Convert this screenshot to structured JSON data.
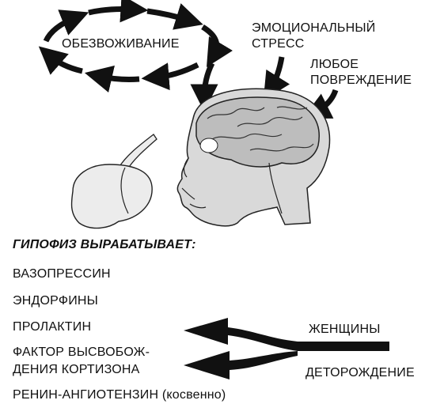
{
  "cycle_label": "ОБЕЗВОЖИВАНИЕ",
  "stress_label": [
    "ЭМОЦИОНАЛЬНЫЙ",
    "СТРЕСС"
  ],
  "injury_label": [
    "ЛЮБОЕ",
    "ПОВРЕЖДЕНИЕ"
  ],
  "pituitary_heading": "ГИПОФИЗ ВЫРАБАТЫВАЕТ:",
  "products": [
    [
      "ВАЗОПРЕССИН"
    ],
    [
      "ЭНДОРФИНЫ"
    ],
    [
      "ПРОЛАКТИН"
    ],
    [
      "ФАКТОР ВЫСВОБОЖ-",
      "ДЕНИЯ КОРТИЗОНА"
    ],
    [
      "РЕНИН-АНГИОТЕНЗИН (косвенно)"
    ]
  ],
  "women_label": "ЖЕНЩИНЫ",
  "childbirth_label": "ДЕТОРОЖДЕНИЕ",
  "colors": {
    "ink": "#111111",
    "brain_fill": "#c9c9c9",
    "gland_fill": "#ececec"
  }
}
